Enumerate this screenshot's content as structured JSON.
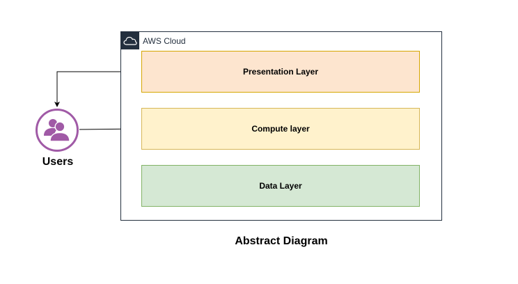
{
  "cloud": {
    "title": "AWS Cloud",
    "icon": "cloud-icon"
  },
  "layers": [
    {
      "label": "Presentation Layer",
      "fill": "#fde5cf",
      "stroke": "#d5a600"
    },
    {
      "label": "Compute layer",
      "fill": "#fff2cc",
      "stroke": "#d6b656"
    },
    {
      "label": "Data Layer",
      "fill": "#d5e8d4",
      "stroke": "#82b366"
    }
  ],
  "users": {
    "label": "Users",
    "icon": "users-icon",
    "color": "#a05aa6"
  },
  "footer": {
    "title": "Abstract Diagram"
  }
}
